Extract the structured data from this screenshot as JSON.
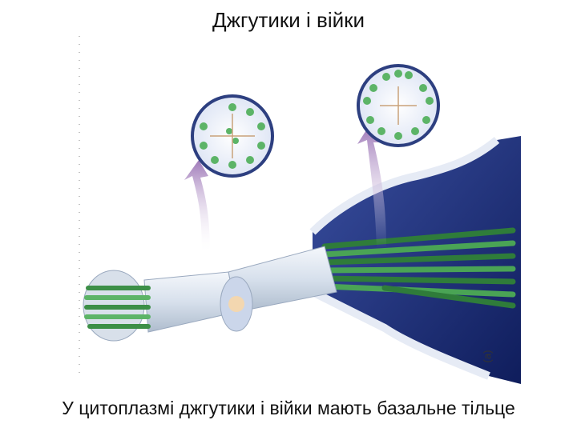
{
  "title": "Джгутики і війки",
  "caption": "У цитоплазмі джгутики і війки мають базальне тільце",
  "panel_label": "(a)",
  "colors": {
    "membrane": "#1f2f7a",
    "sheath": "#dfe7f2",
    "microtubule": "#3f9a4a",
    "arrow": "#a07ab8"
  }
}
